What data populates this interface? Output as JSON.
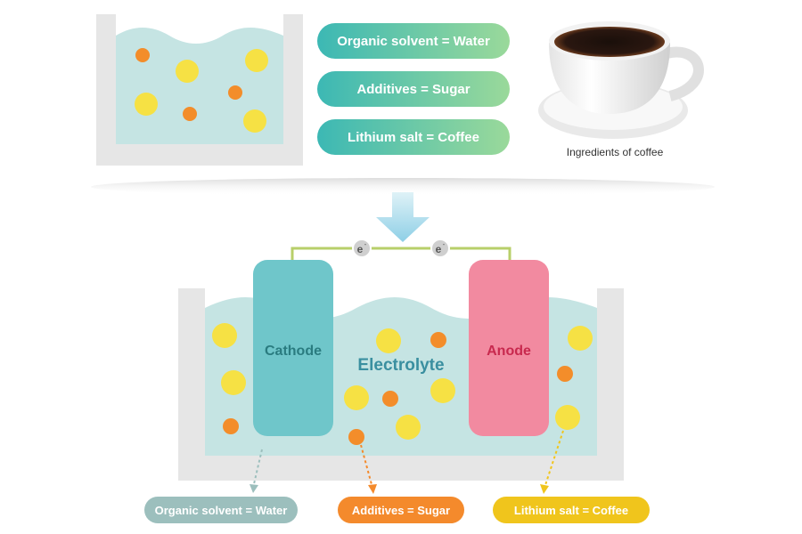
{
  "top_mapping": {
    "solvent": "Organic solvent = Water",
    "additives": "Additives = Sugar",
    "salt": "Lithium salt = Coffee"
  },
  "coffee_caption": "Ingredients of coffee",
  "battery": {
    "cathode": "Cathode",
    "anode": "Anode",
    "electrolyte": "Electrolyte",
    "electron_symbol": "e",
    "electron_charge": "-"
  },
  "bottom_mapping": {
    "solvent": "Organic solvent = Water",
    "additives": "Additives = Sugar",
    "salt": "Lithium salt = Coffee"
  },
  "colors": {
    "water": "#c5e4e3",
    "container": "#e6e6e6",
    "sugar_dot": "#f6e144",
    "additive_dot": "#f38d2a",
    "cathode": "#6fc6ca",
    "anode": "#f28aa0",
    "wire": "#b8cf6a",
    "solvent_pill": "#9cbfbd",
    "additive_pill": "#f48a2c",
    "salt_pill": "#f0c51c"
  }
}
